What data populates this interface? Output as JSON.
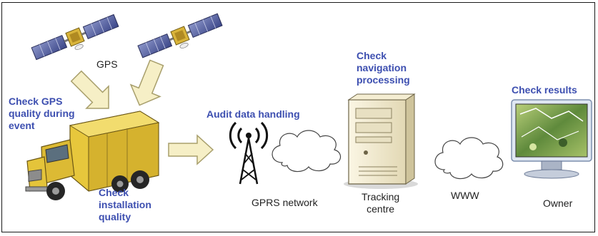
{
  "colors": {
    "label_blue": "#3d4fb0",
    "text_dark": "#222222",
    "frame": "#1a1a1a",
    "arrow_fill": "#f6efc6",
    "arrow_stroke": "#a89f6c",
    "truck_yellow": "#e7c73c"
  },
  "labels": {
    "gps": "GPS",
    "check_gps_quality": "Check GPS\nquality during\nevent",
    "check_installation": "Check\ninstallation\nquality",
    "audit_data": "Audit data handling",
    "check_navigation": "Check\nnavigation\nprocessing",
    "check_results": "Check results",
    "gprs_network": "GPRS network",
    "tracking_centre": "Tracking\ncentre",
    "www": "WWW",
    "owner": "Owner"
  },
  "icons": [
    "satellite-icon",
    "truck-icon",
    "antenna-tower-icon",
    "cloud-icon",
    "server-icon",
    "monitor-icon",
    "arrow-icon"
  ]
}
